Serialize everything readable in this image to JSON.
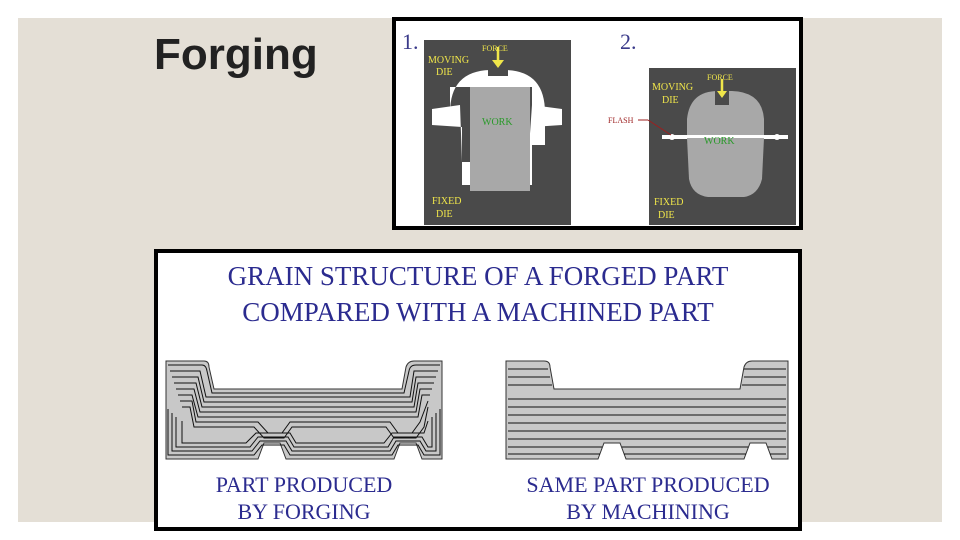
{
  "slide": {
    "title": "Forging",
    "background_color": "#e4dfd6"
  },
  "forging_figure": {
    "step1_number": "1.",
    "step2_number": "2.",
    "step1": {
      "force": "FORCE",
      "moving_die_line1": "MOVING",
      "moving_die_line2": "DIE",
      "work": "WORK",
      "fixed_die_line1": "FIXED",
      "fixed_die_line2": "DIE"
    },
    "step2": {
      "force": "FORCE",
      "moving_die_line1": "MOVING",
      "moving_die_line2": "DIE",
      "flash": "FLASH",
      "work": "WORK",
      "fixed_die_line1": "FIXED",
      "fixed_die_line2": "DIE"
    },
    "colors": {
      "die": "#4a4a4a",
      "work": "#a8a8a8",
      "label_yellow": "#f0e64a",
      "flash_label": "#9c1f1f"
    }
  },
  "grain_figure": {
    "title_line1": "GRAIN STRUCTURE OF A FORGED PART",
    "title_line2": "COMPARED WITH A MACHINED PART",
    "forged_caption_line1": "PART PRODUCED",
    "forged_caption_line2": "BY FORGING",
    "machined_caption_line1": "SAME PART PRODUCED",
    "machined_caption_line2": "BY MACHINING",
    "colors": {
      "text": "#2b2b8f",
      "part_fill": "#c8c8c8"
    }
  }
}
